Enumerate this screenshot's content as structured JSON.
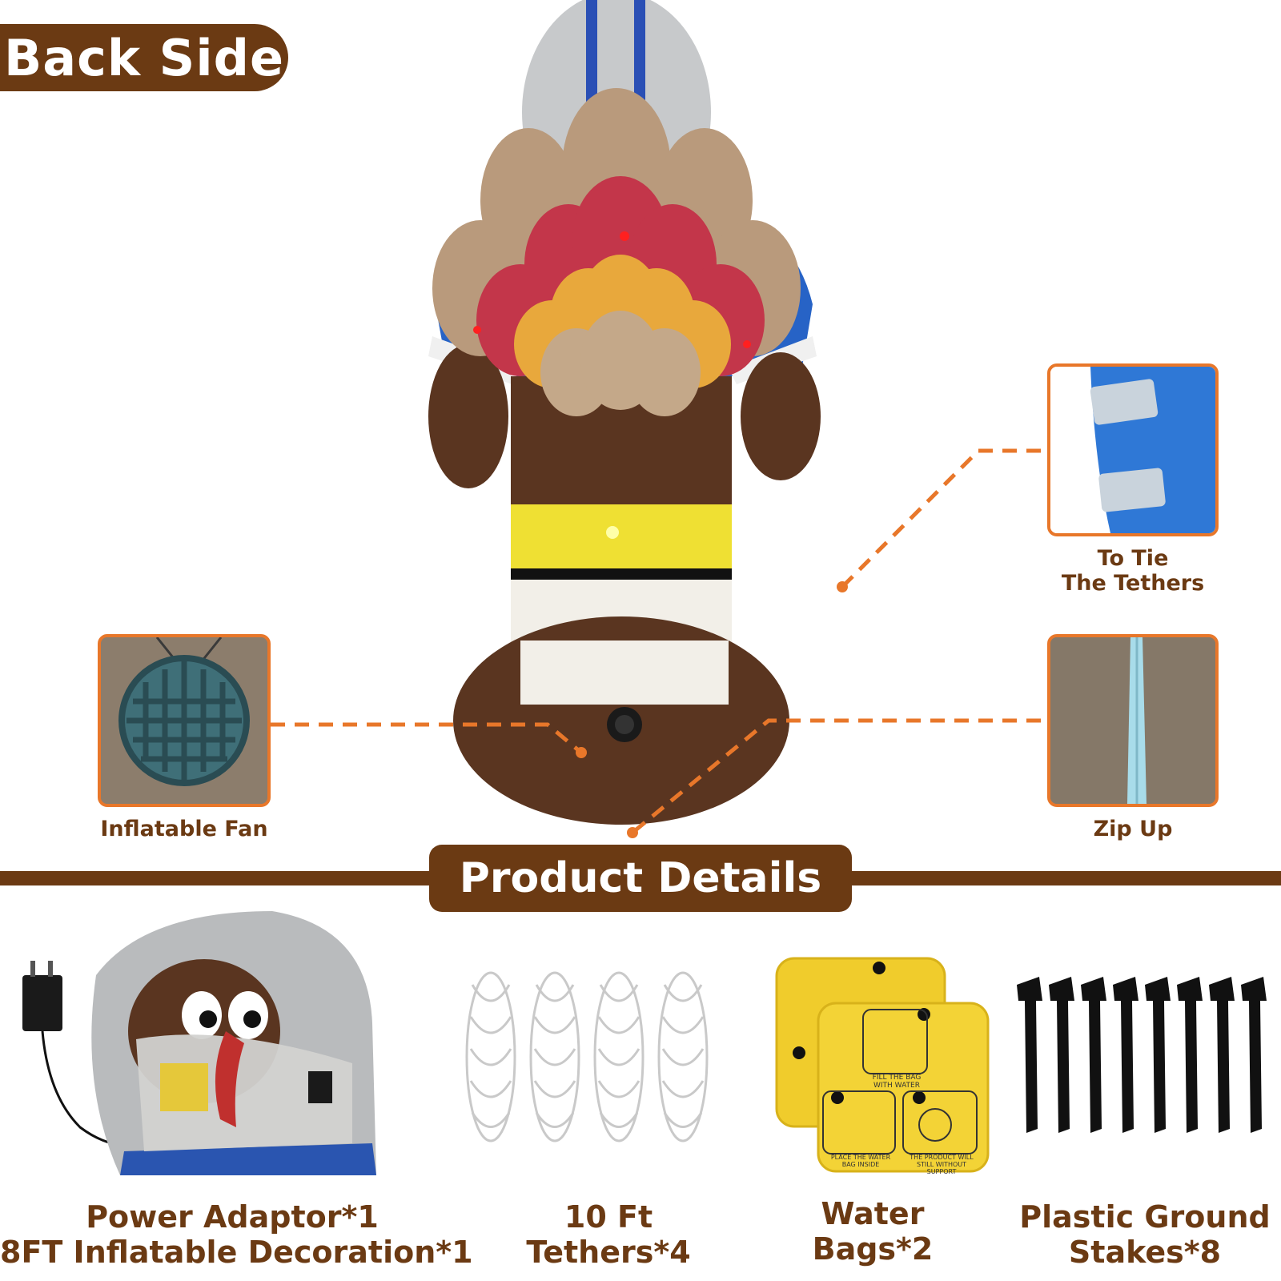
{
  "header": {
    "back_side_label": "Back Side"
  },
  "callouts": {
    "fan_label": "Inflatable Fan",
    "tether_label_line1": "To Tie",
    "tether_label_line2": "The Tethers",
    "zip_label": "Zip Up"
  },
  "section": {
    "product_details_label": "Product Details"
  },
  "items": [
    {
      "line1": "Power Adaptor*1",
      "line2": "8FT Inflatable Decoration*1"
    },
    {
      "line1": "10 Ft",
      "line2": "Tethers*4"
    },
    {
      "line1": "Water",
      "line2": "Bags*2"
    },
    {
      "line1": "Plastic Ground",
      "line2": "Stakes*8"
    }
  ],
  "water_bag_text": {
    "step1": "FILL THE BAG WITH WATER",
    "step2": "PLACE THE WATER BAG INSIDE",
    "step3": "THE PRODUCT WILL STILL WITHOUT SUPPORT"
  },
  "colors": {
    "brand_brown": "#6b3a13",
    "accent_orange": "#e8772a",
    "background": "#ffffff"
  }
}
